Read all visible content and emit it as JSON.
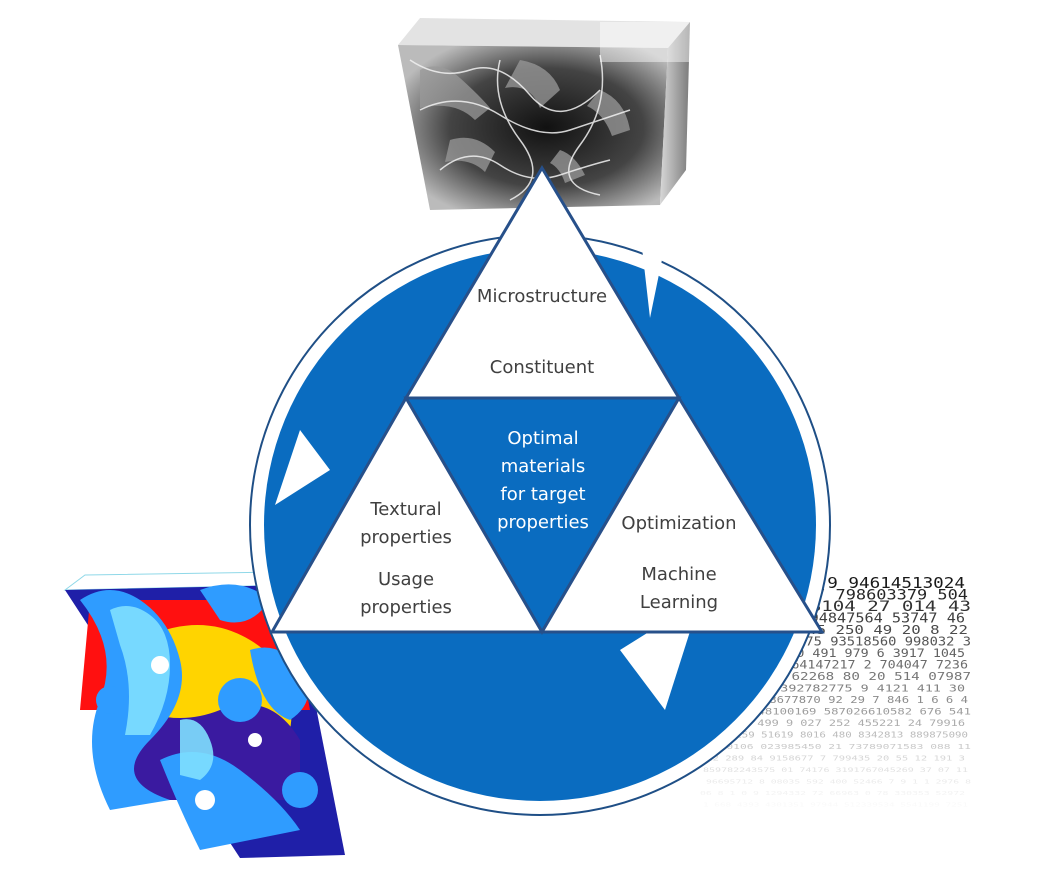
{
  "diagram": {
    "top_triangle": {
      "line1": "Microstructure",
      "line2": "Constituent"
    },
    "center_triangle": {
      "line1": "Optimal",
      "line2": "materials",
      "line3": "for target",
      "line4": "properties"
    },
    "left_triangle": {
      "line1": "Textural",
      "line2": "properties",
      "line3": "Usage",
      "line4": "properties"
    },
    "right_triangle": {
      "line1": "Optimization",
      "line2": "Machine",
      "line3": "Learning"
    }
  },
  "images": {
    "top": "microstructure-volume-render",
    "left": "simulated-field-volume-render",
    "right": "digit-matrix-image"
  },
  "colors": {
    "accent_blue": "#0a6cc0",
    "ring_stroke": "#1f4f86",
    "triangle_stroke": "#27508a",
    "text_dark": "#404040",
    "text_light": "#ffffff"
  }
}
